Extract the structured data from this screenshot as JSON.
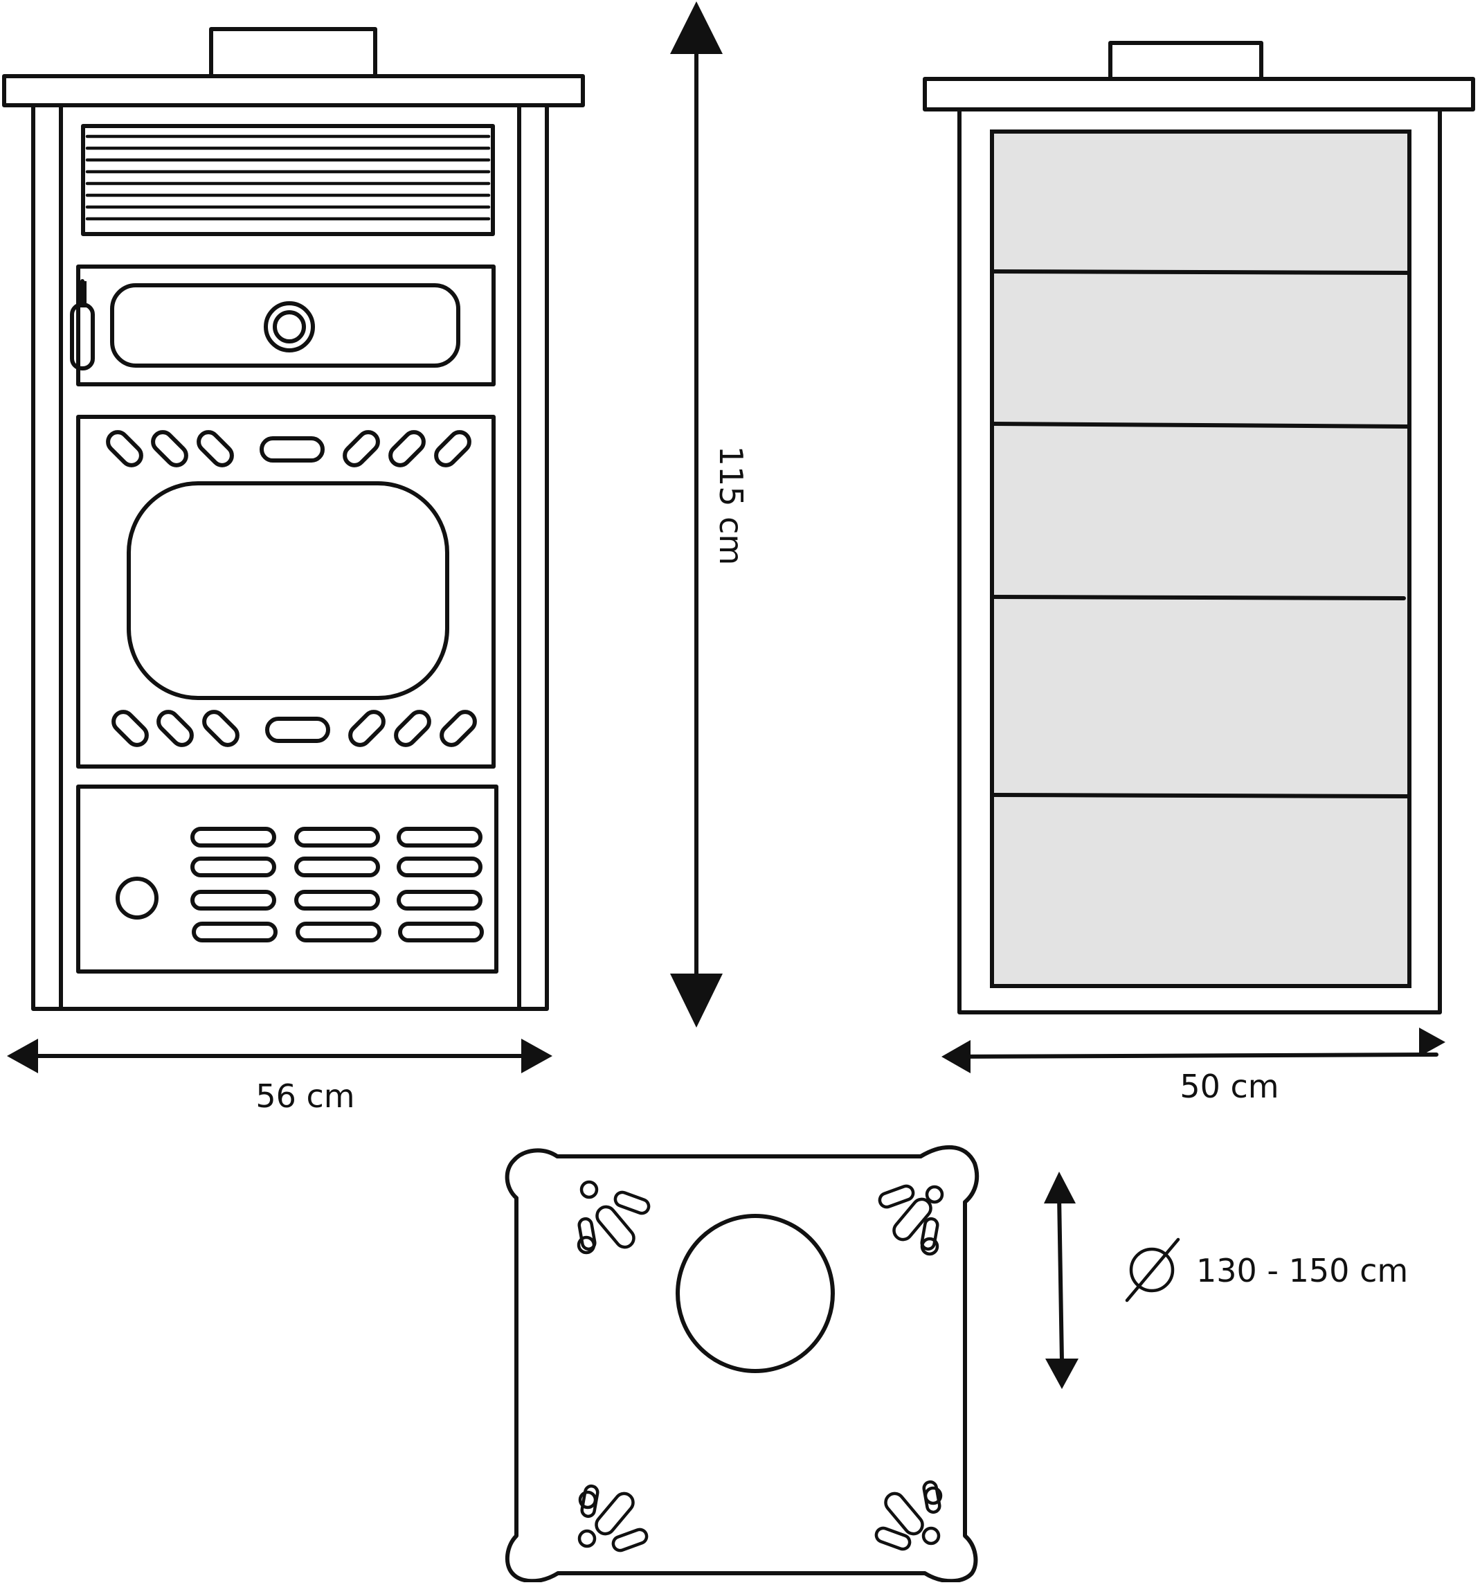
{
  "diagram": {
    "front_view": {
      "width_label": "56 cm",
      "height_label": "115 cm"
    },
    "side_view": {
      "depth_label": "50 cm"
    },
    "top_view": {
      "diameter_symbol": "∅",
      "flue_label": "130 - 150 cm"
    },
    "colors": {
      "line": "#111111",
      "side_panel_fill": "#e3e3e3",
      "background": "#ffffff"
    }
  }
}
